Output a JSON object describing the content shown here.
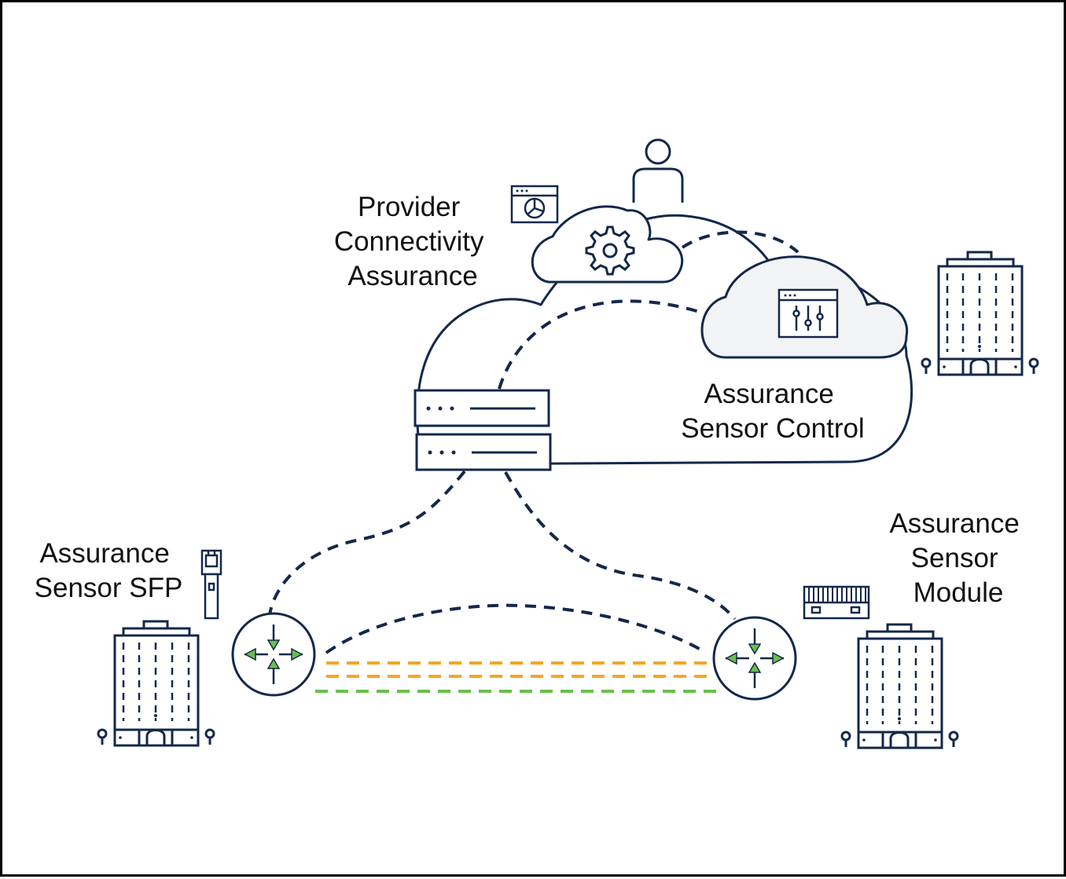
{
  "labels": {
    "provider_connectivity_assurance": [
      "Provider",
      "Connectivity",
      "Assurance"
    ],
    "assurance_sensor_control": [
      "Assurance",
      "Sensor Control"
    ],
    "assurance_sensor_sfp": [
      "Assurance",
      "Sensor SFP"
    ],
    "assurance_sensor_module": [
      "Assurance",
      "Sensor",
      "Module"
    ]
  },
  "colors": {
    "line": "#14284b",
    "cloud_fill_light": "#f2f3f4",
    "router_arrow": "#6abf4b",
    "link_orange": "#f5a623",
    "link_green": "#6abf4b",
    "frame": "#000000"
  },
  "icons": [
    "user-icon",
    "dashboard-window-icon",
    "gear-icon",
    "settings-sliders-icon",
    "server-stack-icon",
    "router-icon",
    "building-icon",
    "sfp-transceiver-icon",
    "sensor-module-icon"
  ]
}
